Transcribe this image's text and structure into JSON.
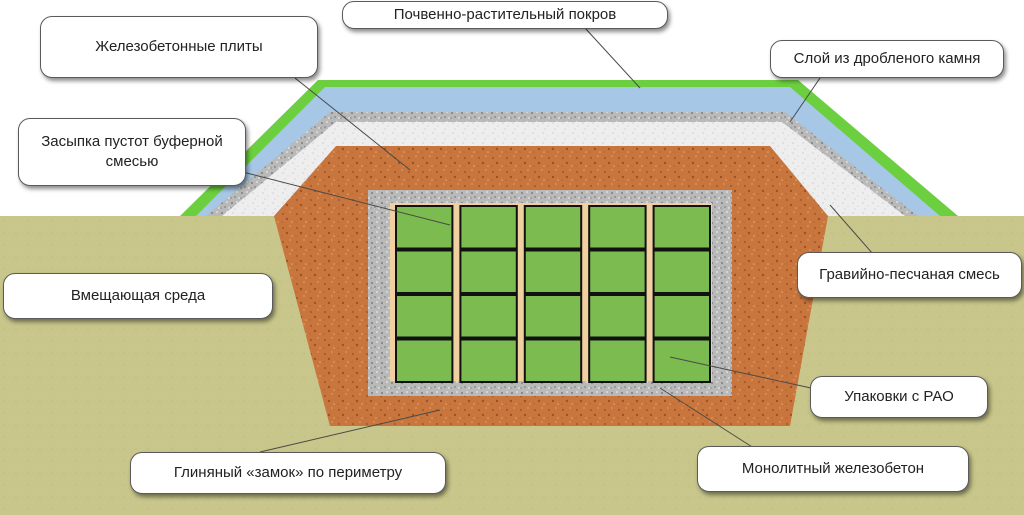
{
  "labels": {
    "soil_cover": "Почвенно-растительный покров",
    "rc_slabs": "Железобетонные плиты",
    "crushed_stone": "Слой из дробленого камня",
    "buffer_fill": "Засыпка пустот буферной смесью",
    "host_medium": "Вмещающая среда",
    "gravel_sand": "Гравийно-песчаная смесь",
    "rao_packages": "Упаковки с РАО",
    "clay_lock": "Глиняный «замок» по периметру",
    "monolithic_rc": "Монолитный железобетон"
  },
  "package_grid": {
    "rows": 4,
    "columns": 5
  },
  "colors": {
    "host_medium": "#c8c68a",
    "clay_brown": "#c8763d",
    "gravel_gray": "#b4b4b4",
    "sand_white": "#f2f2f2",
    "water_blue": "#a7c7e6",
    "grass_green": "#6ccf3f",
    "package_green": "#7cbb4f",
    "spacer_tan": "#f0cfa0"
  }
}
